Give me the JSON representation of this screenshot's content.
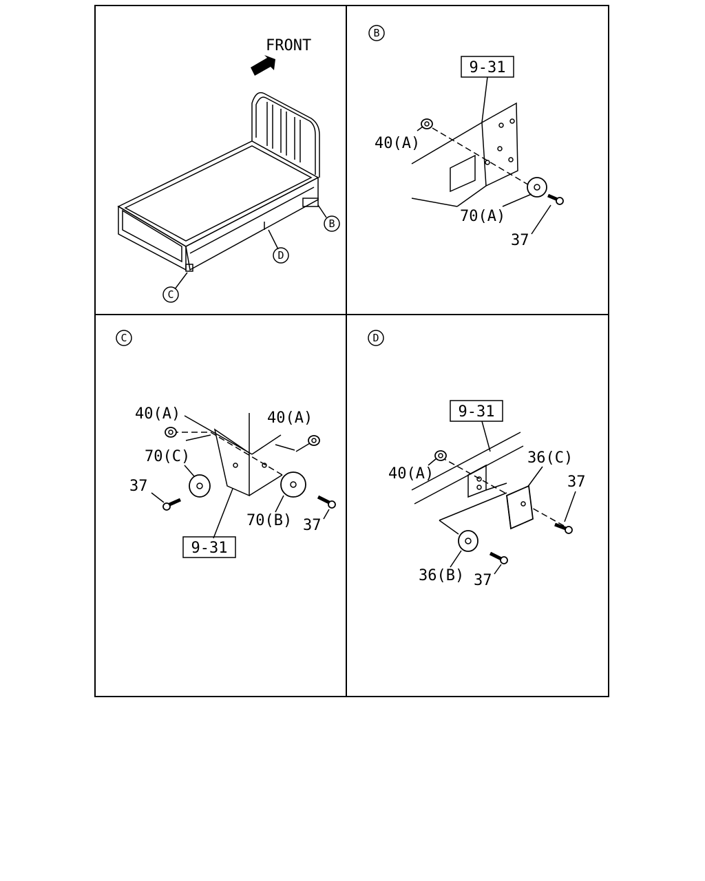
{
  "overview": {
    "front_label": "FRONT",
    "callouts": {
      "b": "B",
      "c": "C",
      "d": "D"
    }
  },
  "panel_b": {
    "letter": "B",
    "ref_box": "9-31",
    "labels": {
      "nut": "40(A)",
      "rubber": "70(A)",
      "bolt": "37"
    }
  },
  "panel_c": {
    "letter": "C",
    "ref_box": "9-31",
    "labels": {
      "nut_left": "40(A)",
      "nut_right": "40(A)",
      "rubber_left": "70(C)",
      "rubber_right": "70(B)",
      "bolt_left": "37",
      "bolt_right": "37"
    }
  },
  "panel_d": {
    "letter": "D",
    "ref_box": "9-31",
    "labels": {
      "nut": "40(A)",
      "pad": "36(C)",
      "bolt_upper": "37",
      "rubber": "36(B)",
      "bolt_lower": "37"
    }
  }
}
